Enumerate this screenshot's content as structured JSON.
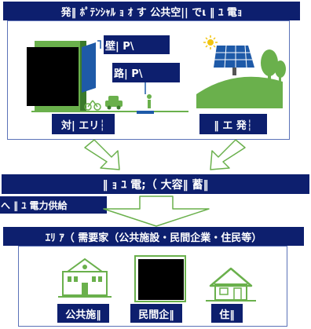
{
  "top_bar": {
    "title": "発‖ ﾎﾟﾃﾝｼｬﾙ ｮ ｵ す 公共空|| でι ‖ ﾕ 電ｮ"
  },
  "top_panel": {
    "wall_label": "壁| P\\",
    "road_label": "路| P\\",
    "left_area_label": "対| エリ┆",
    "right_area_label": "‖ エ 発┆"
  },
  "middle_bar": {
    "title": "‖ ｮ ﾕ 電;（ 大容‖ 蓄‖"
  },
  "supply_label": {
    "text": "へ ‖ ﾕ 電力供給"
  },
  "bottom_bar": {
    "title": "ｴﾘ ｱ（ 需要家（公共施設・民間企業・住民等）"
  },
  "bottom_panel": {
    "public_label": "公共施‖",
    "private_label": "民間企‖",
    "resident_label": "住‖"
  },
  "colors": {
    "navy": "#0d1f6e",
    "green": "#6ab04c",
    "dark_green": "#3a7a2c",
    "panel_border": "#5b72b8",
    "solar_blue": "#1e5aa8",
    "sun_yellow": "#f1c40f"
  }
}
